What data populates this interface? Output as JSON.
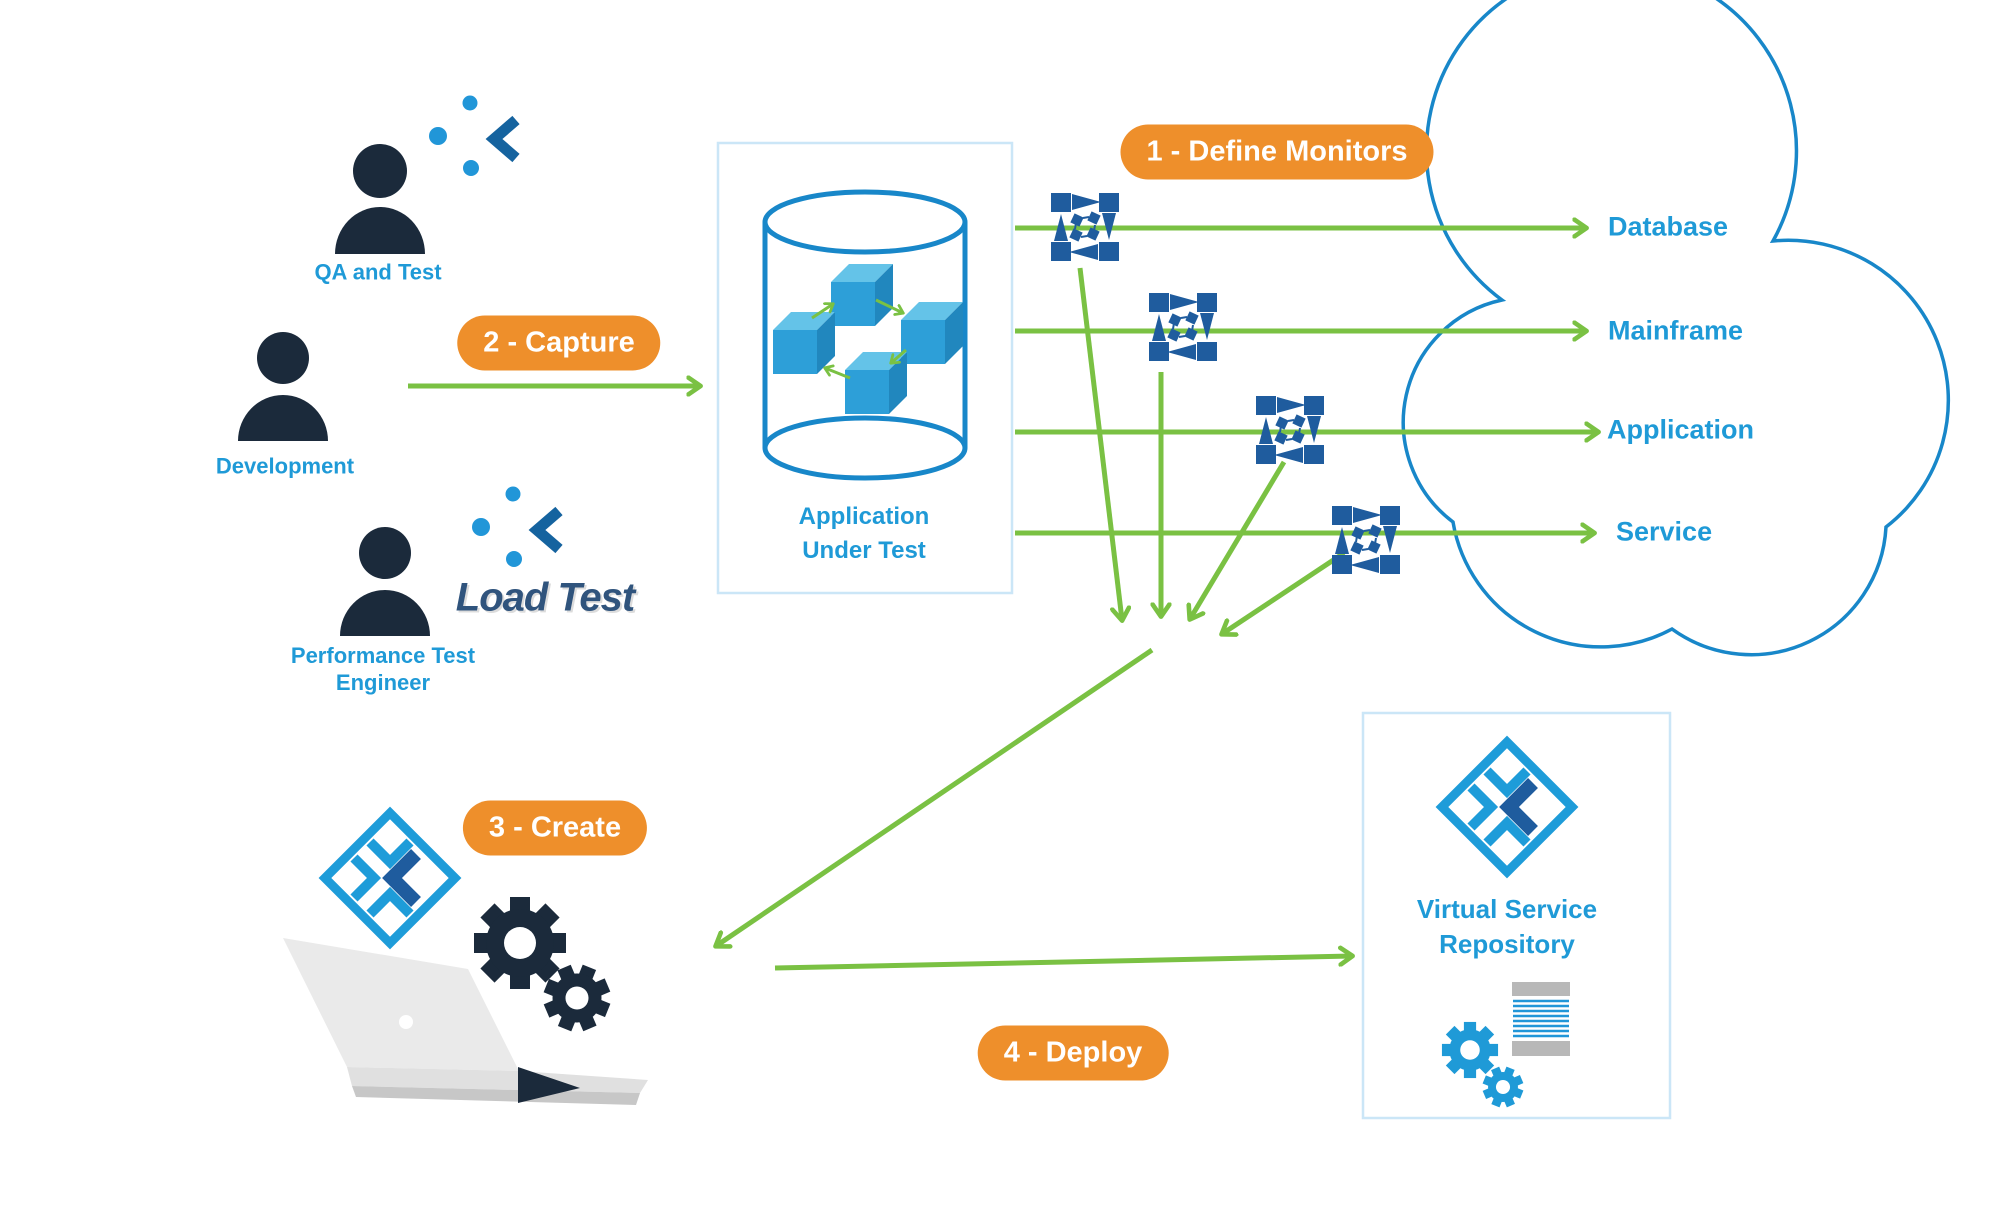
{
  "badges": [
    {
      "label": "1 - Define Monitors"
    },
    {
      "label": "2 - Capture"
    },
    {
      "label": "3 - Create"
    },
    {
      "label": "4 - Deploy"
    }
  ],
  "actors": [
    {
      "label": "QA and Test"
    },
    {
      "label": "Development"
    },
    {
      "label": "Performance Test Engineer"
    }
  ],
  "application_under_test": {
    "line1": "Application",
    "line2": "Under Test"
  },
  "cloud_endpoints": [
    "Database",
    "Mainframe",
    "Application",
    "Service"
  ],
  "repository": {
    "line1": "Virtual Service",
    "line2": "Repository"
  },
  "logo_text": "Load Test",
  "colors": {
    "badge_orange": "#EE8F2B",
    "arrow_green": "#7AC143",
    "label_blue": "#1F9AD7",
    "outline_blue": "#1887C9",
    "icon_dark_blue": "#1F5C9E",
    "silhouette_navy": "#1B2A3B",
    "cube_top": "#64C3E8",
    "cube_front": "#2D9FD8",
    "cube_side": "#2187BE"
  },
  "icons": {
    "person": "person-silhouette-icon",
    "monitor": "monitor-icon",
    "diamond_logo": "service-virtualization-diamond-icon",
    "dots_chevron": "dots-chevron-icon",
    "gears": "gears-icon",
    "laptop": "laptop-icon",
    "document": "document-icon",
    "cloud": "cloud-outline",
    "cylinder": "application-cylinder"
  }
}
